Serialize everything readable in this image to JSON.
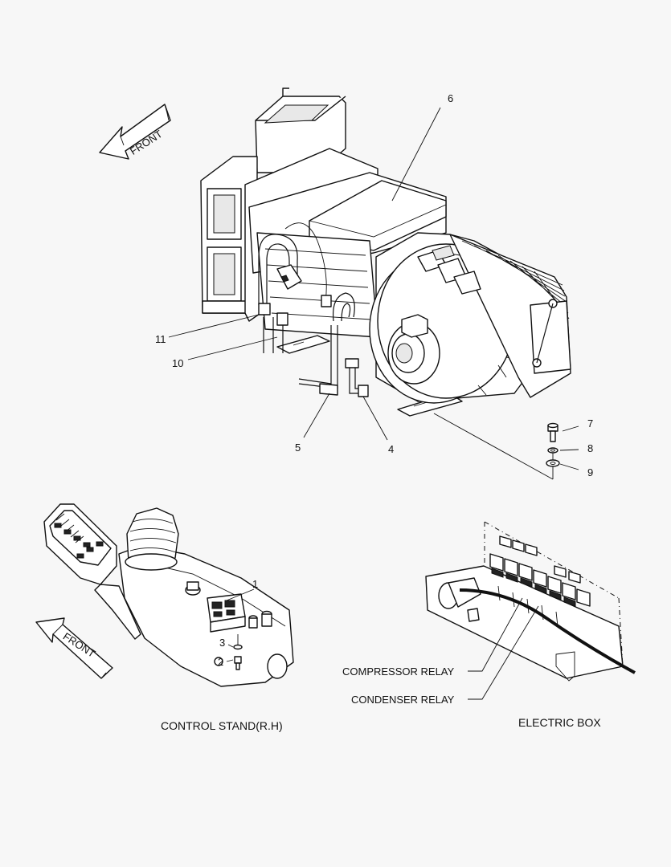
{
  "front_arrows": [
    {
      "text": "FRONT"
    },
    {
      "text": "FRONT"
    }
  ],
  "callouts": [
    "6",
    "7",
    "8",
    "9",
    "11",
    "10",
    "5",
    "4",
    "1",
    "3",
    "2"
  ],
  "relay_labels": [
    "COMPRESSOR RELAY",
    "CONDENSER RELAY"
  ],
  "captions": {
    "control_stand": "CONTROL STAND(R.H)",
    "electric_box": "ELECTRIC BOX"
  },
  "icons": [
    "front-arrow-icon"
  ]
}
